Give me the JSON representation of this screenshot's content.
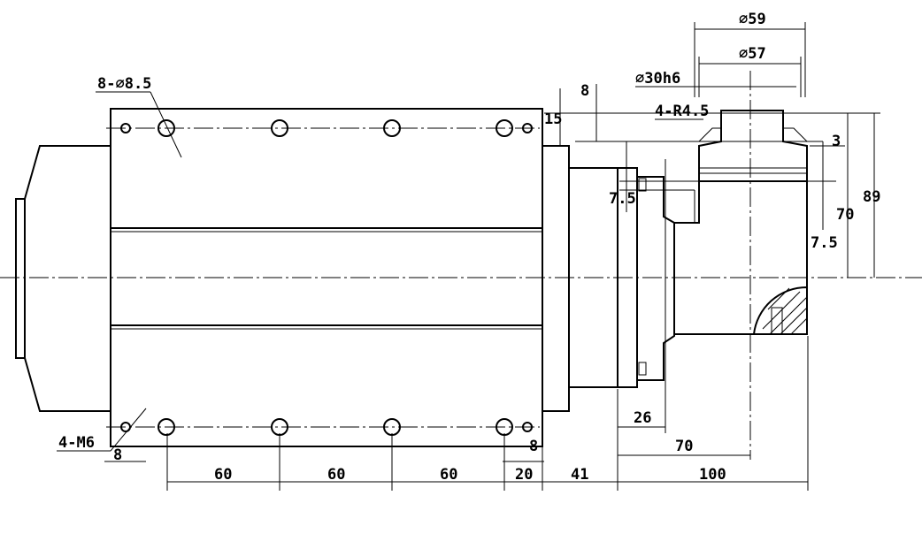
{
  "labels": {
    "holes_large": "8-⌀8.5",
    "tapped_holes": "4-M6",
    "dim_d59": "⌀59",
    "dim_d57": "⌀57",
    "dim_d30h6": "⌀30h6",
    "dim_radius": "4-R4.5",
    "dim_8_top": "8",
    "dim_15": "15",
    "dim_3": "3",
    "dim_7_5_left": "7.5",
    "dim_7_5_right": "7.5",
    "dim_70_vert": "70",
    "dim_89": "89",
    "dim_8_left": "8",
    "dim_8_right": "8",
    "dim_60_a": "60",
    "dim_60_b": "60",
    "dim_60_c": "60",
    "dim_20": "20",
    "dim_41": "41",
    "dim_26": "26",
    "dim_70_horiz": "70",
    "dim_100": "100"
  }
}
